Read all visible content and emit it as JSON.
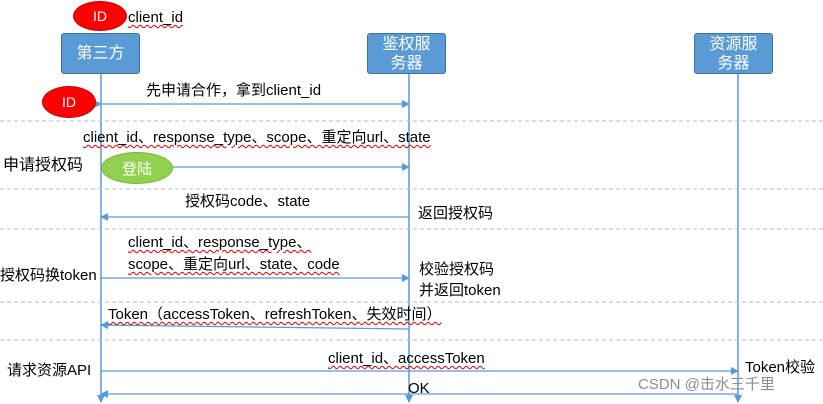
{
  "participants": {
    "third_party": "第三方",
    "auth_server_l1": "鉴权服",
    "auth_server_l2": "务器",
    "resource_server_l1": "资源服",
    "resource_server_l2": "务器"
  },
  "legend": {
    "badge": "ID",
    "label": "client_id"
  },
  "badges": {
    "id": "ID",
    "login": "登陆"
  },
  "messages": {
    "m1": "先申请合作，拿到client_id",
    "m2": "client_id、response_type、scope、重定向url、state",
    "m3": "授权码code、state",
    "m4_l1": "client_id、response_type、",
    "m4_l2": "scope、重定向url、state、code",
    "m5": "Token（accessToken、refreshToken、失效时间）",
    "m6": "client_id、accessToken",
    "m7": "OK"
  },
  "side_labels": {
    "apply_code": "申请授权码",
    "code_for_token": "授权码换token",
    "request_api": "请求资源API",
    "return_code": "返回授权码",
    "verify_l1": "校验授权码",
    "verify_l2": "并返回token",
    "token_verify": "Token校验"
  },
  "watermark": "CSDN @击水三千里",
  "colors": {
    "participant_box": "#5b9bd5",
    "arrow_line": "#5b9bd5",
    "id_badge": "#ff0000",
    "login_badge": "#92d050"
  }
}
